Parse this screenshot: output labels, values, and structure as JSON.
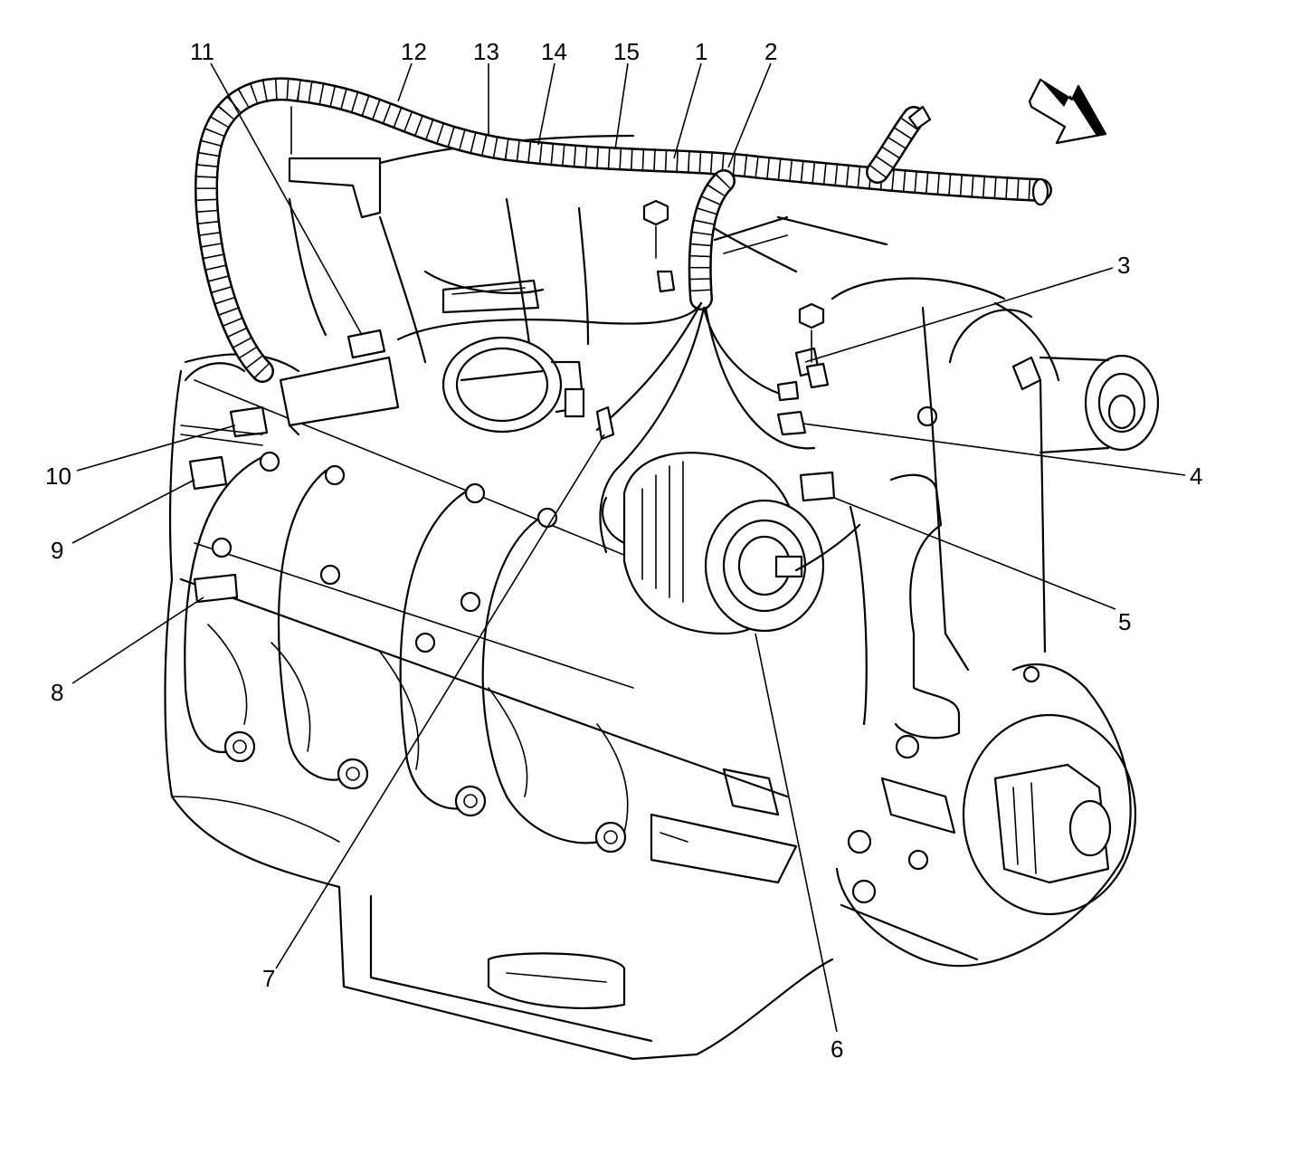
{
  "diagram": {
    "type": "engine-wiring-harness-illustration",
    "callouts": {
      "c1": "1",
      "c2": "2",
      "c3": "3",
      "c4": "4",
      "c5": "5",
      "c6": "6",
      "c7": "7",
      "c8": "8",
      "c9": "9",
      "c10": "10",
      "c11": "11",
      "c12": "12",
      "c13": "13",
      "c14": "14",
      "c15": "15"
    },
    "icons": {
      "direction": "front-of-vehicle-arrow-icon"
    }
  }
}
